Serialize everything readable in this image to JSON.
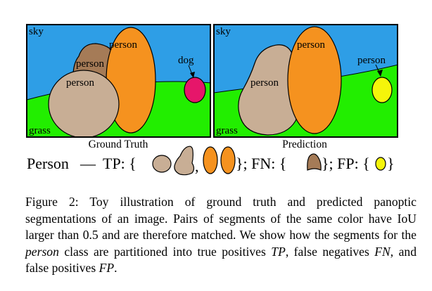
{
  "figure": {
    "left_panel": {
      "caption": "Ground Truth",
      "labels": {
        "sky": "sky",
        "grass": "grass",
        "person_brown": "person",
        "person_orange": "person",
        "person_tan": "person",
        "dog": "dog"
      }
    },
    "right_panel": {
      "caption": "Prediction",
      "labels": {
        "sky": "sky",
        "grass": "grass",
        "person_tan": "person",
        "person_orange": "person",
        "person_yellow": "person"
      }
    },
    "legend": {
      "class_name": "Person",
      "dash": "—",
      "tp_label": "TP: {",
      "comma": ",",
      "fn_label": "}; FN: {",
      "fp_label": "}; FP: {",
      "close": "}"
    },
    "colors": {
      "sky": "#2e9ee6",
      "grass": "#22ee00",
      "tan": "#c8ae95",
      "brown": "#a57b57",
      "orange": "#f5921f",
      "magenta": "#e6166a",
      "yellow": "#f5f50a"
    }
  },
  "caption": {
    "lead": "Figure 2: Toy illustration of ground truth and predicted panoptic segmentations of an image. Pairs of segments of the same color have IoU larger than 0.5 and are therefore matched. We show how the segments for the ",
    "class_word": "person",
    "mid1": " class are partitioned into true positives ",
    "tp": "TP",
    "mid2": ", false negatives ",
    "fn": "FN",
    "mid3": ", and false positives ",
    "fp": "FP",
    "end": "."
  }
}
